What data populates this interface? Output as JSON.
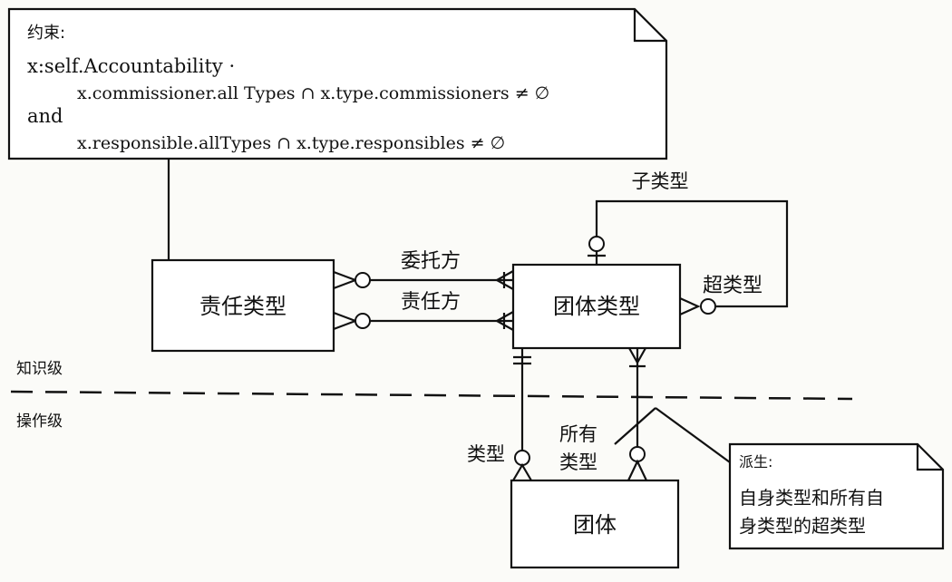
{
  "constraint_note": {
    "label": "约束:",
    "lines": [
      "x:self.Accountability ·",
      "x.commissioner.all Types ∩ x.type.commissioners ≠ ∅",
      "and",
      "x.responsible.allTypes ∩ x.type.responsibles ≠ ∅"
    ]
  },
  "entities": {
    "accountability_type": "责任类型",
    "party_type": "团体类型",
    "party": "团体"
  },
  "relations": {
    "commissioner": "委托方",
    "responsible": "责任方",
    "subtype": "子类型",
    "supertype": "超类型",
    "type": "类型",
    "all_types_1": "所有",
    "all_types_2": "类型"
  },
  "levels": {
    "knowledge": "知识级",
    "operational": "操作级"
  },
  "derived_note": {
    "label": "派生:",
    "lines": [
      "自身类型和所有自",
      "身类型的超类型"
    ]
  }
}
